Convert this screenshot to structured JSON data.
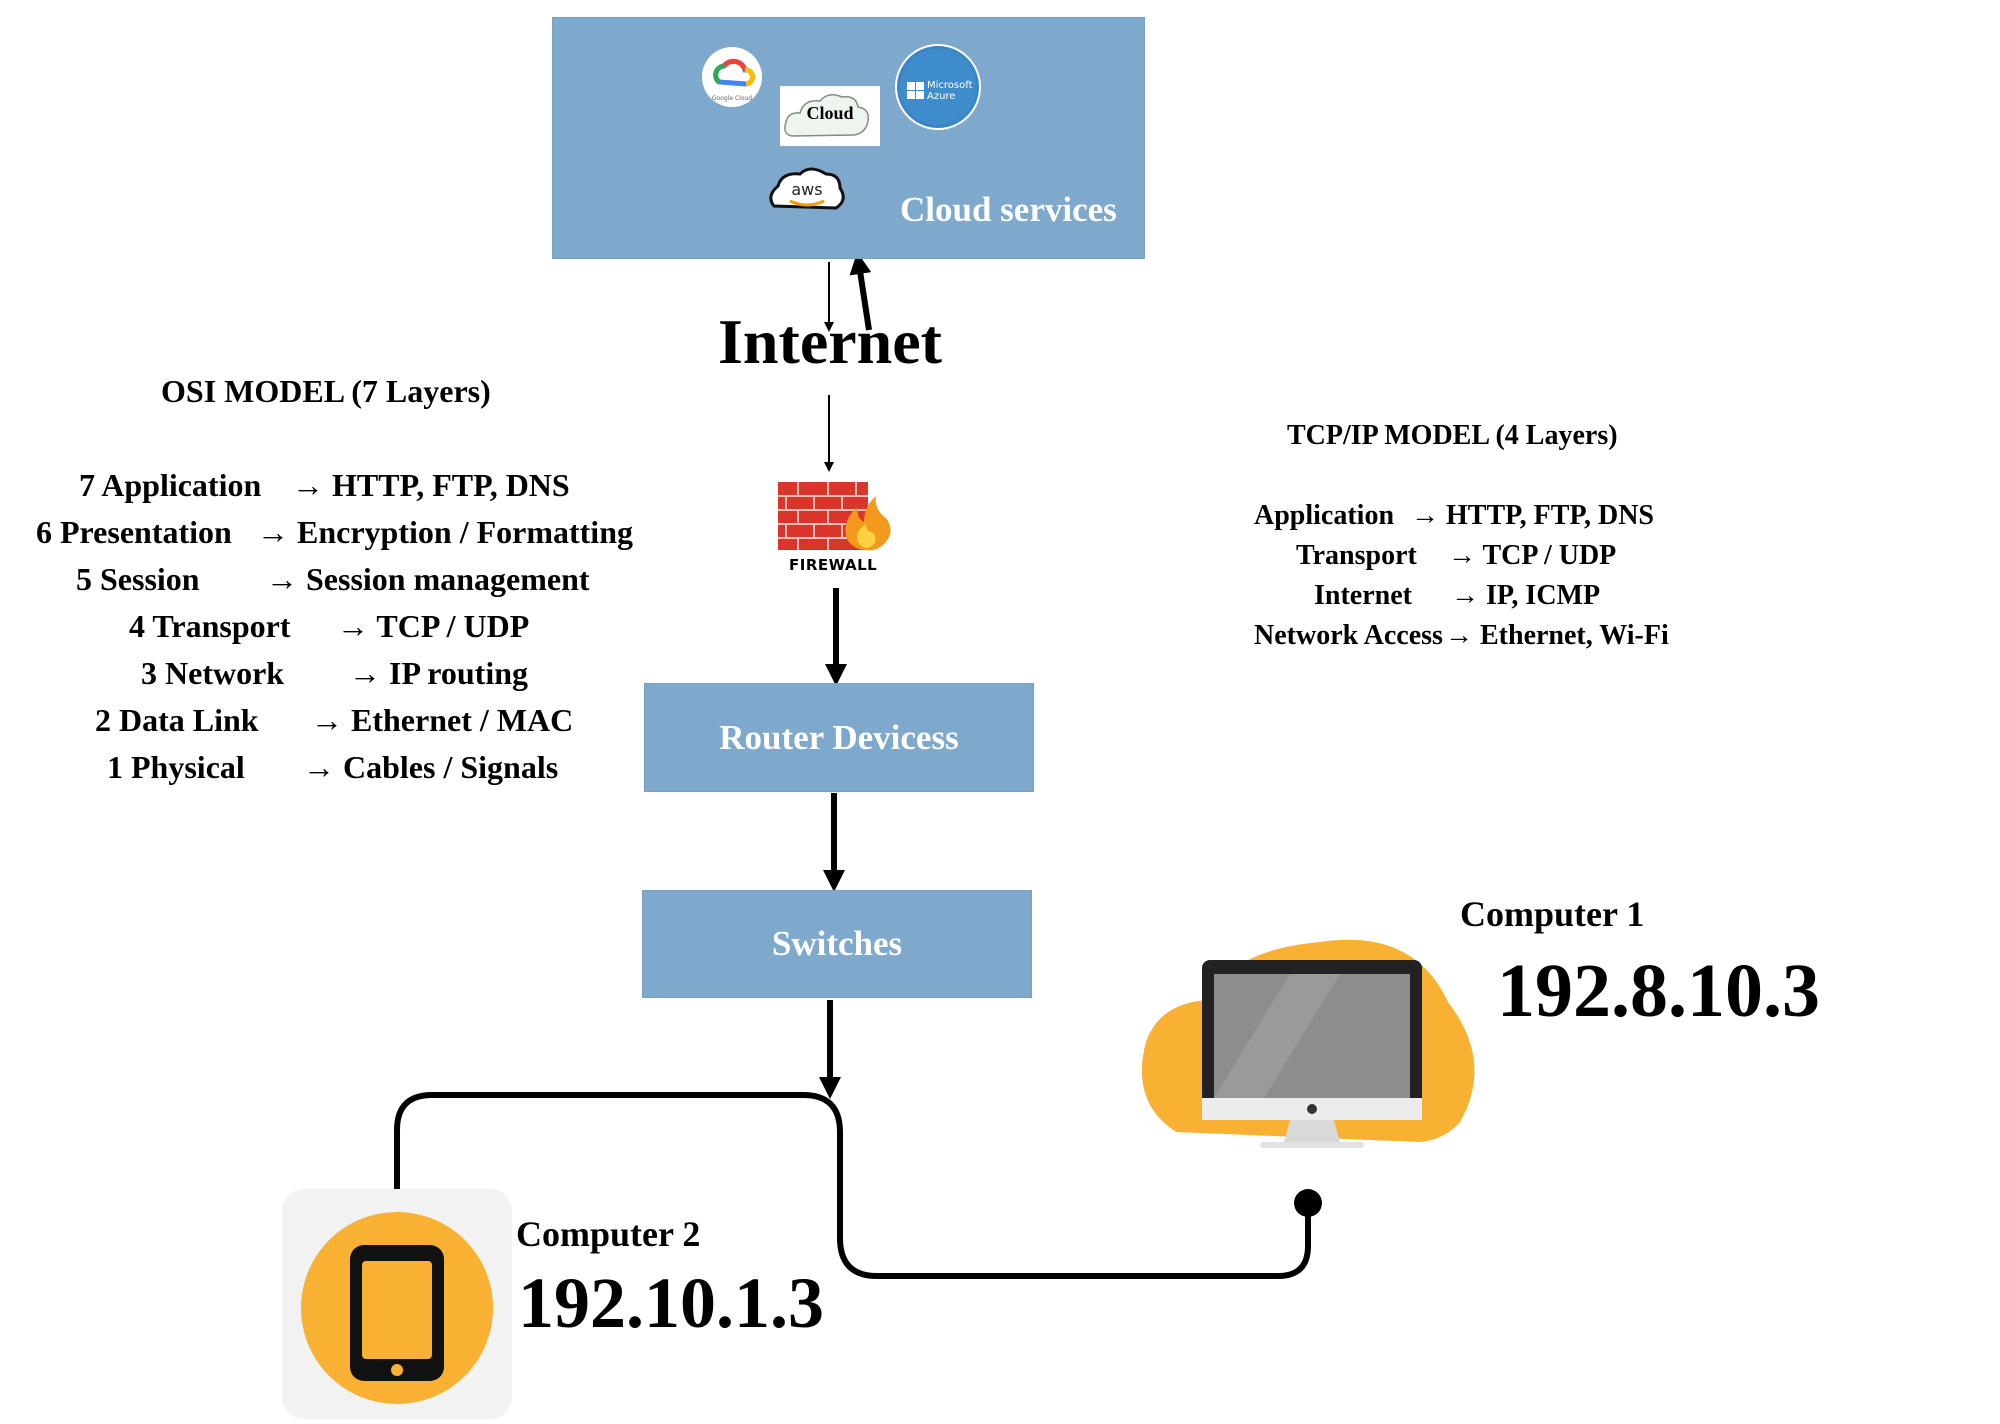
{
  "cloud": {
    "title": "Cloud services",
    "providers": [
      {
        "name": "google-cloud-logo",
        "label": "Google Cloud"
      },
      {
        "name": "cloud-icon",
        "label": "Cloud"
      },
      {
        "name": "azure-logo",
        "label": "Microsoft Azure"
      },
      {
        "name": "aws-logo",
        "label": "aws"
      }
    ]
  },
  "internet": {
    "label": "Internet"
  },
  "firewall": {
    "label": "FIREWALL"
  },
  "router": {
    "label": "Router Devicess"
  },
  "switches": {
    "label": "Switches"
  },
  "osi": {
    "title": "OSI MODEL (7 Layers)",
    "rows": [
      {
        "layer": "7 Application",
        "desc": "→ HTTP, FTP, DNS"
      },
      {
        "layer": "6 Presentation",
        "desc": "→ Encryption / Formatting"
      },
      {
        "layer": "5 Session",
        "desc": "→ Session management"
      },
      {
        "layer": "4 Transport",
        "desc": "→ TCP / UDP"
      },
      {
        "layer": "3 Network",
        "desc": "→ IP routing"
      },
      {
        "layer": "2 Data Link",
        "desc": "→ Ethernet / MAC"
      },
      {
        "layer": "1 Physical",
        "desc": "→ Cables / Signals"
      }
    ]
  },
  "tcpip": {
    "title": "TCP/IP MODEL (4 Layers)",
    "rows": [
      {
        "layer": "Application",
        "desc": "→ HTTP, FTP, DNS"
      },
      {
        "layer": "Transport",
        "desc": "→ TCP / UDP"
      },
      {
        "layer": "Internet",
        "desc": "→ IP, ICMP"
      },
      {
        "layer": "Network Access",
        "desc": "→ Ethernet, Wi-Fi"
      }
    ]
  },
  "computer1": {
    "title": "Computer 1",
    "ip": "192.8.10.3"
  },
  "computer2": {
    "title": "Computer 2",
    "ip": "192.10.1.3"
  },
  "colors": {
    "box": "#7fa8cd",
    "accent_orange": "#f8b133",
    "firewall_red": "#d9352b",
    "line": "#000000"
  }
}
